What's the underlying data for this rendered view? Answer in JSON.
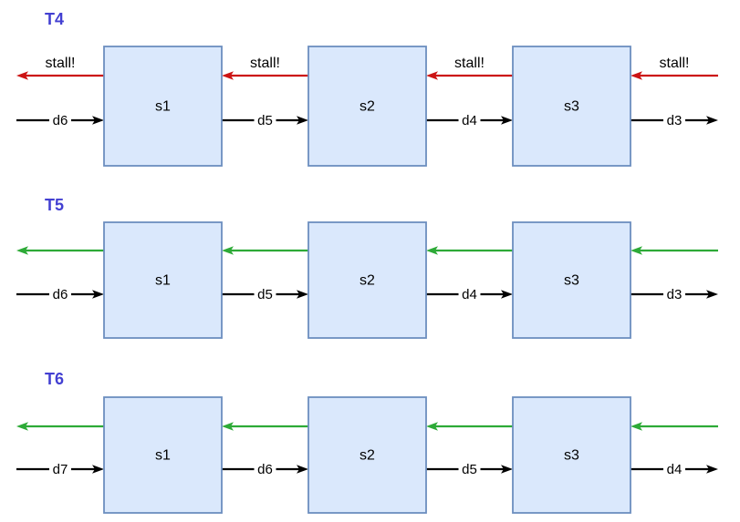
{
  "diagram": {
    "colors": {
      "background": "#ffffff",
      "stage_fill": "#dae8fc",
      "stage_border": "#6c8ebf",
      "stall_arrow": "#cc1414",
      "ready_arrow": "#2daa37",
      "data_arrow": "#000000",
      "row_label": "#4340d2"
    },
    "rows": [
      {
        "label": "T4",
        "stages": [
          "s1",
          "s2",
          "s3"
        ],
        "back_arrow_color_key": "stall_arrow",
        "back_arrow_labels": [
          "stall!",
          "stall!",
          "stall!",
          "stall!"
        ],
        "forward_arrow_labels": [
          "d6",
          "d5",
          "d4",
          "d3"
        ]
      },
      {
        "label": "T5",
        "stages": [
          "s1",
          "s2",
          "s3"
        ],
        "back_arrow_color_key": "ready_arrow",
        "back_arrow_labels": [],
        "forward_arrow_labels": [
          "d6",
          "d5",
          "d4",
          "d3"
        ]
      },
      {
        "label": "T6",
        "stages": [
          "s1",
          "s2",
          "s3"
        ],
        "back_arrow_color_key": "ready_arrow",
        "back_arrow_labels": [],
        "forward_arrow_labels": [
          "d7",
          "d6",
          "d5",
          "d4"
        ]
      }
    ]
  }
}
